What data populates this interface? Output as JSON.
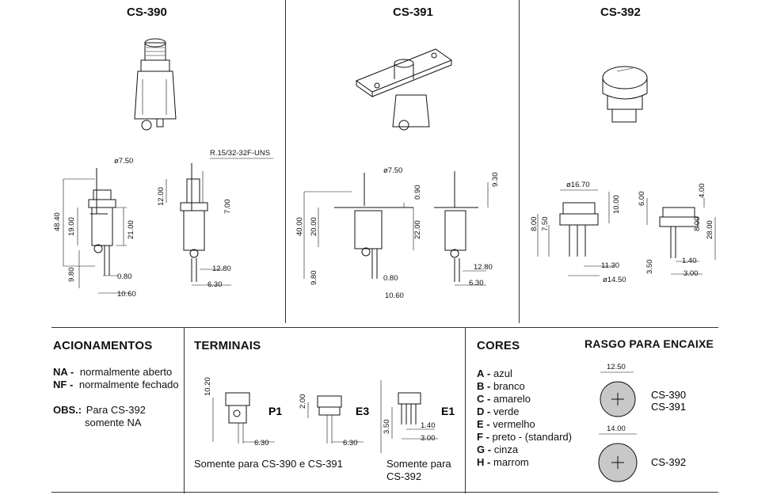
{
  "models": [
    {
      "title": "CS-390"
    },
    {
      "title": "CS-391"
    },
    {
      "title": "CS-392"
    }
  ],
  "cs390": {
    "dims": {
      "d1": "ø7.50",
      "thread": "R.15/32-32F-UNS",
      "h48": "48.40",
      "h19": "19.00",
      "h21": "21.00",
      "h12": "12.00",
      "h7": "7.00",
      "w12": "12.80",
      "w6": "6.30",
      "h98": "9.80",
      "w08": "0.80",
      "w106": "10.60"
    }
  },
  "cs391": {
    "dims": {
      "d1": "ø7.50",
      "h93": "9.30",
      "h09": "0.90",
      "h40": "40.00",
      "h20": "20.00",
      "h22": "22.00",
      "w12": "12.80",
      "w6": "6.30",
      "h98": "9.80",
      "w08": "0.80",
      "w106": "10.60"
    }
  },
  "cs392": {
    "dims": {
      "d167": "ø16.70",
      "h10": "10.00",
      "h6": "6.00",
      "h4": "4.00",
      "h8a": "8.00",
      "h75": "7.50",
      "h8b": "8.00",
      "h28": "28.00",
      "w113": "11.30",
      "d145": "ø14.50",
      "h35": "3.50",
      "w14": "1.40",
      "w3": "3.00"
    }
  },
  "acionamentos": {
    "title": "ACIONAMENTOS",
    "rows": [
      {
        "code": "NA -",
        "desc": "normalmente aberto"
      },
      {
        "code": "NF -",
        "desc": "normalmente fechado"
      }
    ],
    "obs_code": "OBS.:",
    "obs_line1": "Para CS-392",
    "obs_line2": "somente NA"
  },
  "terminais": {
    "title": "TERMINAIS",
    "p1": {
      "label": "P1",
      "h": "10.20",
      "w": "6.30"
    },
    "e3": {
      "label": "E3",
      "h": "2.00",
      "w": "6.30"
    },
    "e1": {
      "label": "E1",
      "h": "3.50",
      "w1": "1.40",
      "w2": "3.00"
    },
    "note1": "Somente para CS-390 e CS-391",
    "note2_line1": "Somente para",
    "note2_line2": "CS-392"
  },
  "cores": {
    "title": "CORES",
    "items": [
      {
        "code": "A",
        "name": "azul"
      },
      {
        "code": "B",
        "name": "branco"
      },
      {
        "code": "C",
        "name": "amarelo"
      },
      {
        "code": "D",
        "name": "verde"
      },
      {
        "code": "E",
        "name": "vermelho"
      },
      {
        "code": "F",
        "name": "preto - (standard)"
      },
      {
        "code": "G",
        "name": "cinza"
      },
      {
        "code": "H",
        "name": "marrom"
      }
    ]
  },
  "rasgo": {
    "title": "RASGO PARA ENCAIXE",
    "c1_dim": "12.50",
    "c1_label1": "CS-390",
    "c1_label2": "CS-391",
    "c2_dim": "14.00",
    "c2_label": "CS-392",
    "fill": "#c8c8c8"
  }
}
